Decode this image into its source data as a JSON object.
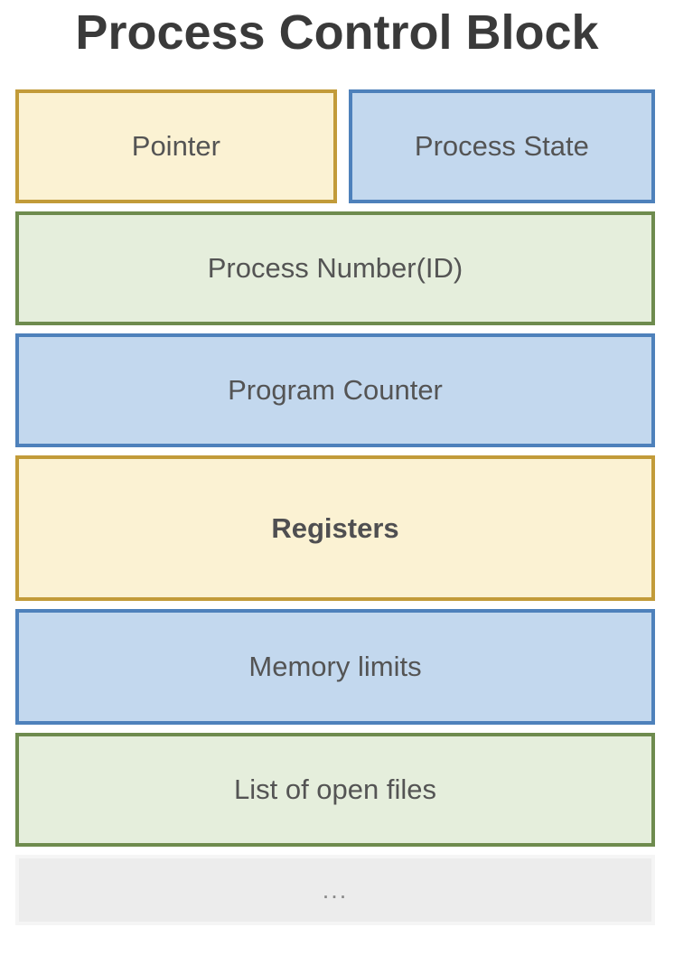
{
  "title": "Process Control Block",
  "colors": {
    "title_text": "#3a3a3a",
    "label_text": "#545454",
    "ellipsis_text": "#8a8a8a",
    "yellow_fill": "#fbf2d3",
    "yellow_border": "#c29b39",
    "blue_fill": "#c3d8ee",
    "blue_border": "#4e81bb",
    "green_fill": "#e5eedc",
    "green_border": "#6e8b4e",
    "gray_fill": "#ececec",
    "gray_border": "#f5f5f5"
  },
  "rows": [
    {
      "cells": [
        {
          "name": "pointer",
          "label": "Pointer",
          "color": "yellow"
        },
        {
          "name": "process-state",
          "label": "Process State",
          "color": "blue"
        }
      ]
    },
    {
      "cells": [
        {
          "name": "process-number-id",
          "label": "Process Number(ID)",
          "color": "green"
        }
      ]
    },
    {
      "cells": [
        {
          "name": "program-counter",
          "label": "Program Counter",
          "color": "blue"
        }
      ]
    },
    {
      "cells": [
        {
          "name": "registers",
          "label": "Registers",
          "color": "yellow",
          "bold": true
        }
      ]
    },
    {
      "cells": [
        {
          "name": "memory-limits",
          "label": "Memory limits",
          "color": "blue"
        }
      ]
    },
    {
      "cells": [
        {
          "name": "list-of-open-files",
          "label": "List of open files",
          "color": "green"
        }
      ]
    },
    {
      "cells": [
        {
          "name": "ellipsis",
          "label": "...",
          "color": "gray"
        }
      ]
    }
  ]
}
